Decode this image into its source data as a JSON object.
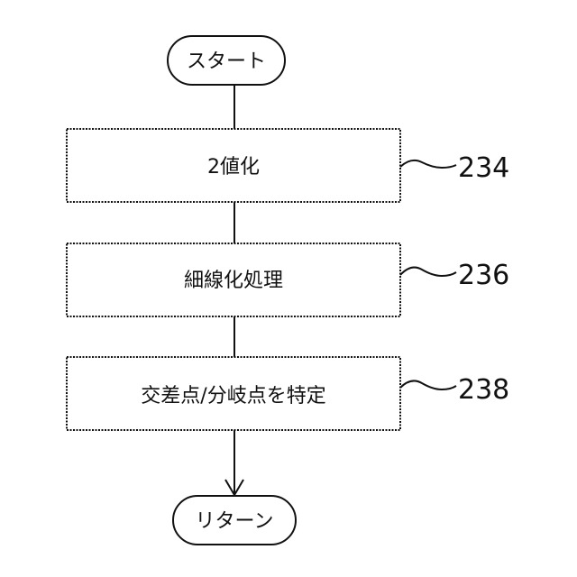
{
  "flowchart": {
    "start": {
      "label": "スタート"
    },
    "steps": [
      {
        "label": "2値化",
        "ref": "234"
      },
      {
        "label": "細線化処理",
        "ref": "236"
      },
      {
        "label": "交差点/分岐点を特定",
        "ref": "238"
      }
    ],
    "end": {
      "label": "リターン"
    }
  }
}
